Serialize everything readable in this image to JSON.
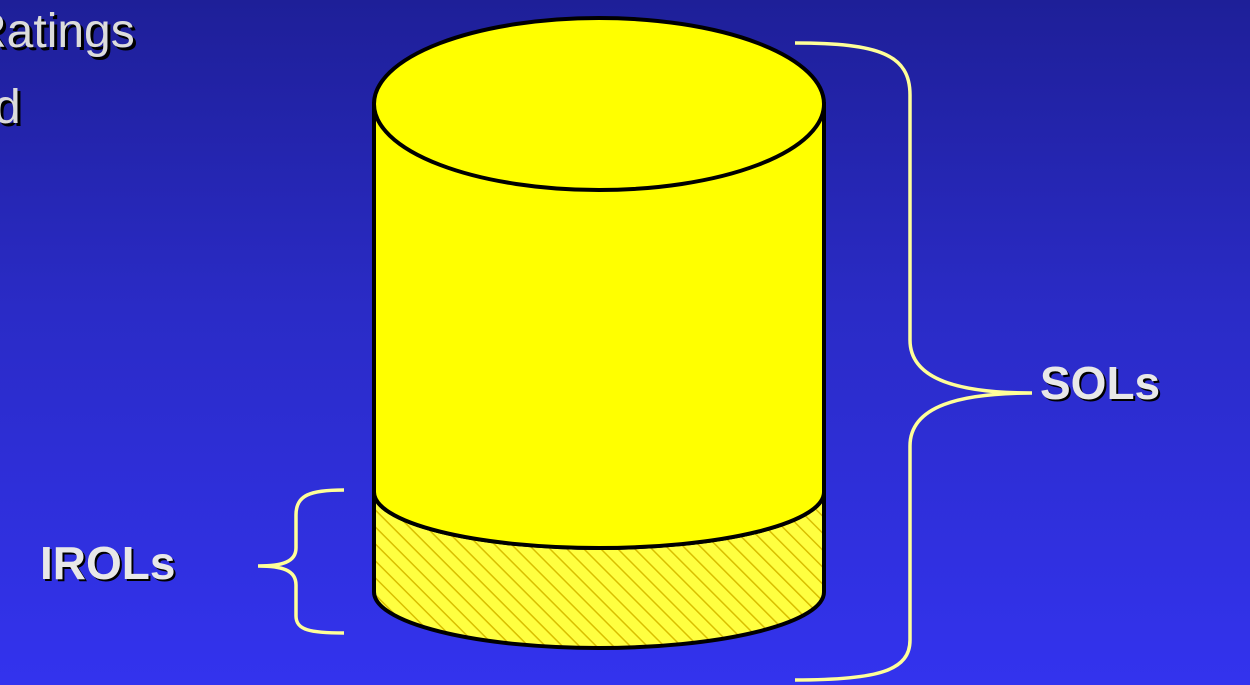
{
  "slide": {
    "text_fragments": [
      "Ratings",
      "rd"
    ]
  },
  "diagram": {
    "labels": {
      "sols": "SOLs",
      "irols": "IROLs"
    },
    "colors": {
      "cylinder_fill": "#ffff00",
      "cylinder_outline": "#000000",
      "brace": "#ffff99",
      "hatch": "#e6cc00"
    }
  }
}
